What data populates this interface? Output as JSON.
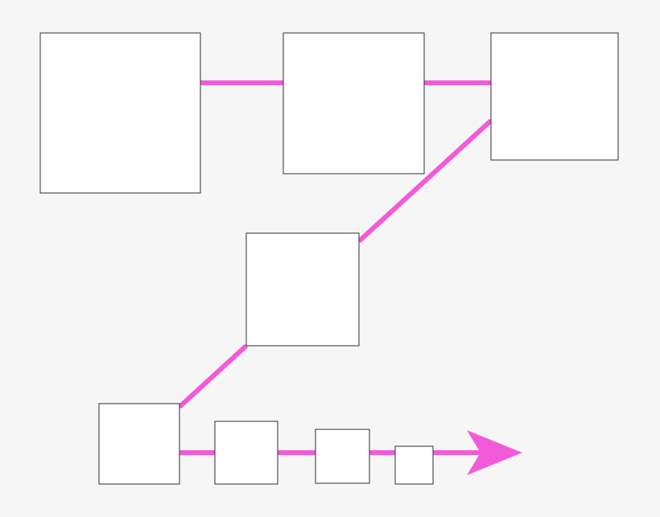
{
  "colors": {
    "background": "#f6f6f6",
    "box_fill": "#ffffff",
    "box_stroke": "#2f2f2f",
    "connector": "#f25ad9"
  },
  "diagram": {
    "nodes": [
      {
        "id": "box-1"
      },
      {
        "id": "box-2"
      },
      {
        "id": "box-3"
      },
      {
        "id": "box-4"
      },
      {
        "id": "box-5"
      },
      {
        "id": "box-6"
      },
      {
        "id": "box-7"
      },
      {
        "id": "box-8"
      }
    ],
    "edges": [
      {
        "from": "box-1",
        "to": "box-2"
      },
      {
        "from": "box-2",
        "to": "box-3"
      },
      {
        "from": "box-3",
        "to": "box-4"
      },
      {
        "from": "box-4",
        "to": "box-5"
      },
      {
        "from": "box-5",
        "to": "box-6"
      },
      {
        "from": "box-6",
        "to": "box-7"
      },
      {
        "from": "box-7",
        "to": "box-8"
      }
    ],
    "arrow": {
      "direction": "right"
    }
  }
}
